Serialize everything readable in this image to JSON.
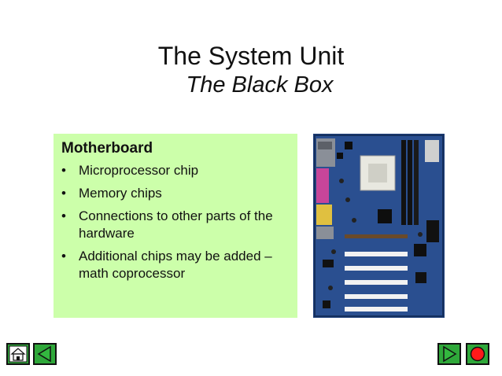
{
  "slide": {
    "title": "The System Unit",
    "subtitle": "The Black Box"
  },
  "content": {
    "heading": "Motherboard",
    "bullet_glyph": "•",
    "bullets": [
      "Microprocessor chip",
      "Memory chips",
      "Connections to other parts of the hardware",
      "Additional chips may be added – math coprocessor"
    ],
    "box_color": "#ccffaa"
  },
  "image": {
    "icon": "motherboard-photo"
  },
  "nav": {
    "home_icon": "home-icon",
    "prev_icon": "previous-arrow-icon",
    "next_icon": "next-arrow-icon",
    "end_icon": "stop-icon",
    "accent": "#2fa83a"
  }
}
